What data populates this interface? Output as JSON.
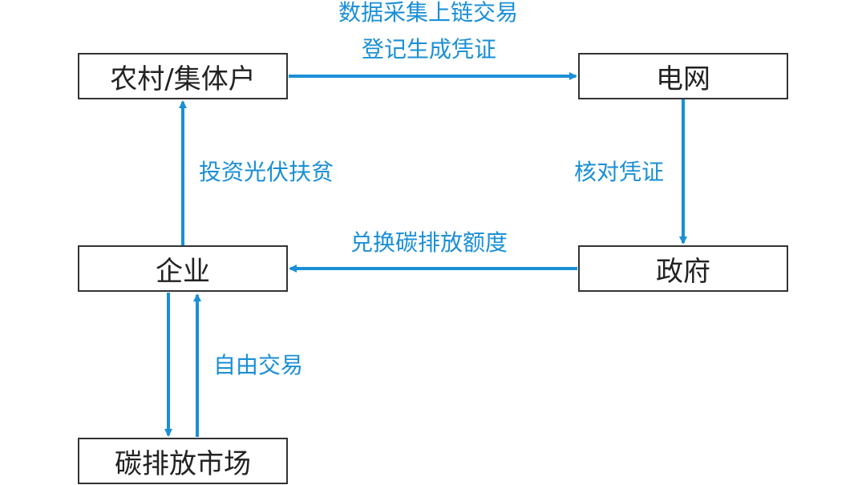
{
  "nodes": {
    "rural": "农村/集体户",
    "grid": "电网",
    "enterprise": "企业",
    "government": "政府",
    "market": "碳排放市场"
  },
  "edges": {
    "rural_to_grid_line1": "数据采集上链交易",
    "rural_to_grid_line2": "登记生成凭证",
    "grid_to_gov": "核对凭证",
    "gov_to_enterprise": "兑换碳排放额度",
    "enterprise_to_rural": "投资光伏扶贫",
    "enterprise_market": "自由交易"
  },
  "colors": {
    "arrow": "#1a8fd6",
    "box_border": "#333333",
    "box_text": "#222222"
  }
}
